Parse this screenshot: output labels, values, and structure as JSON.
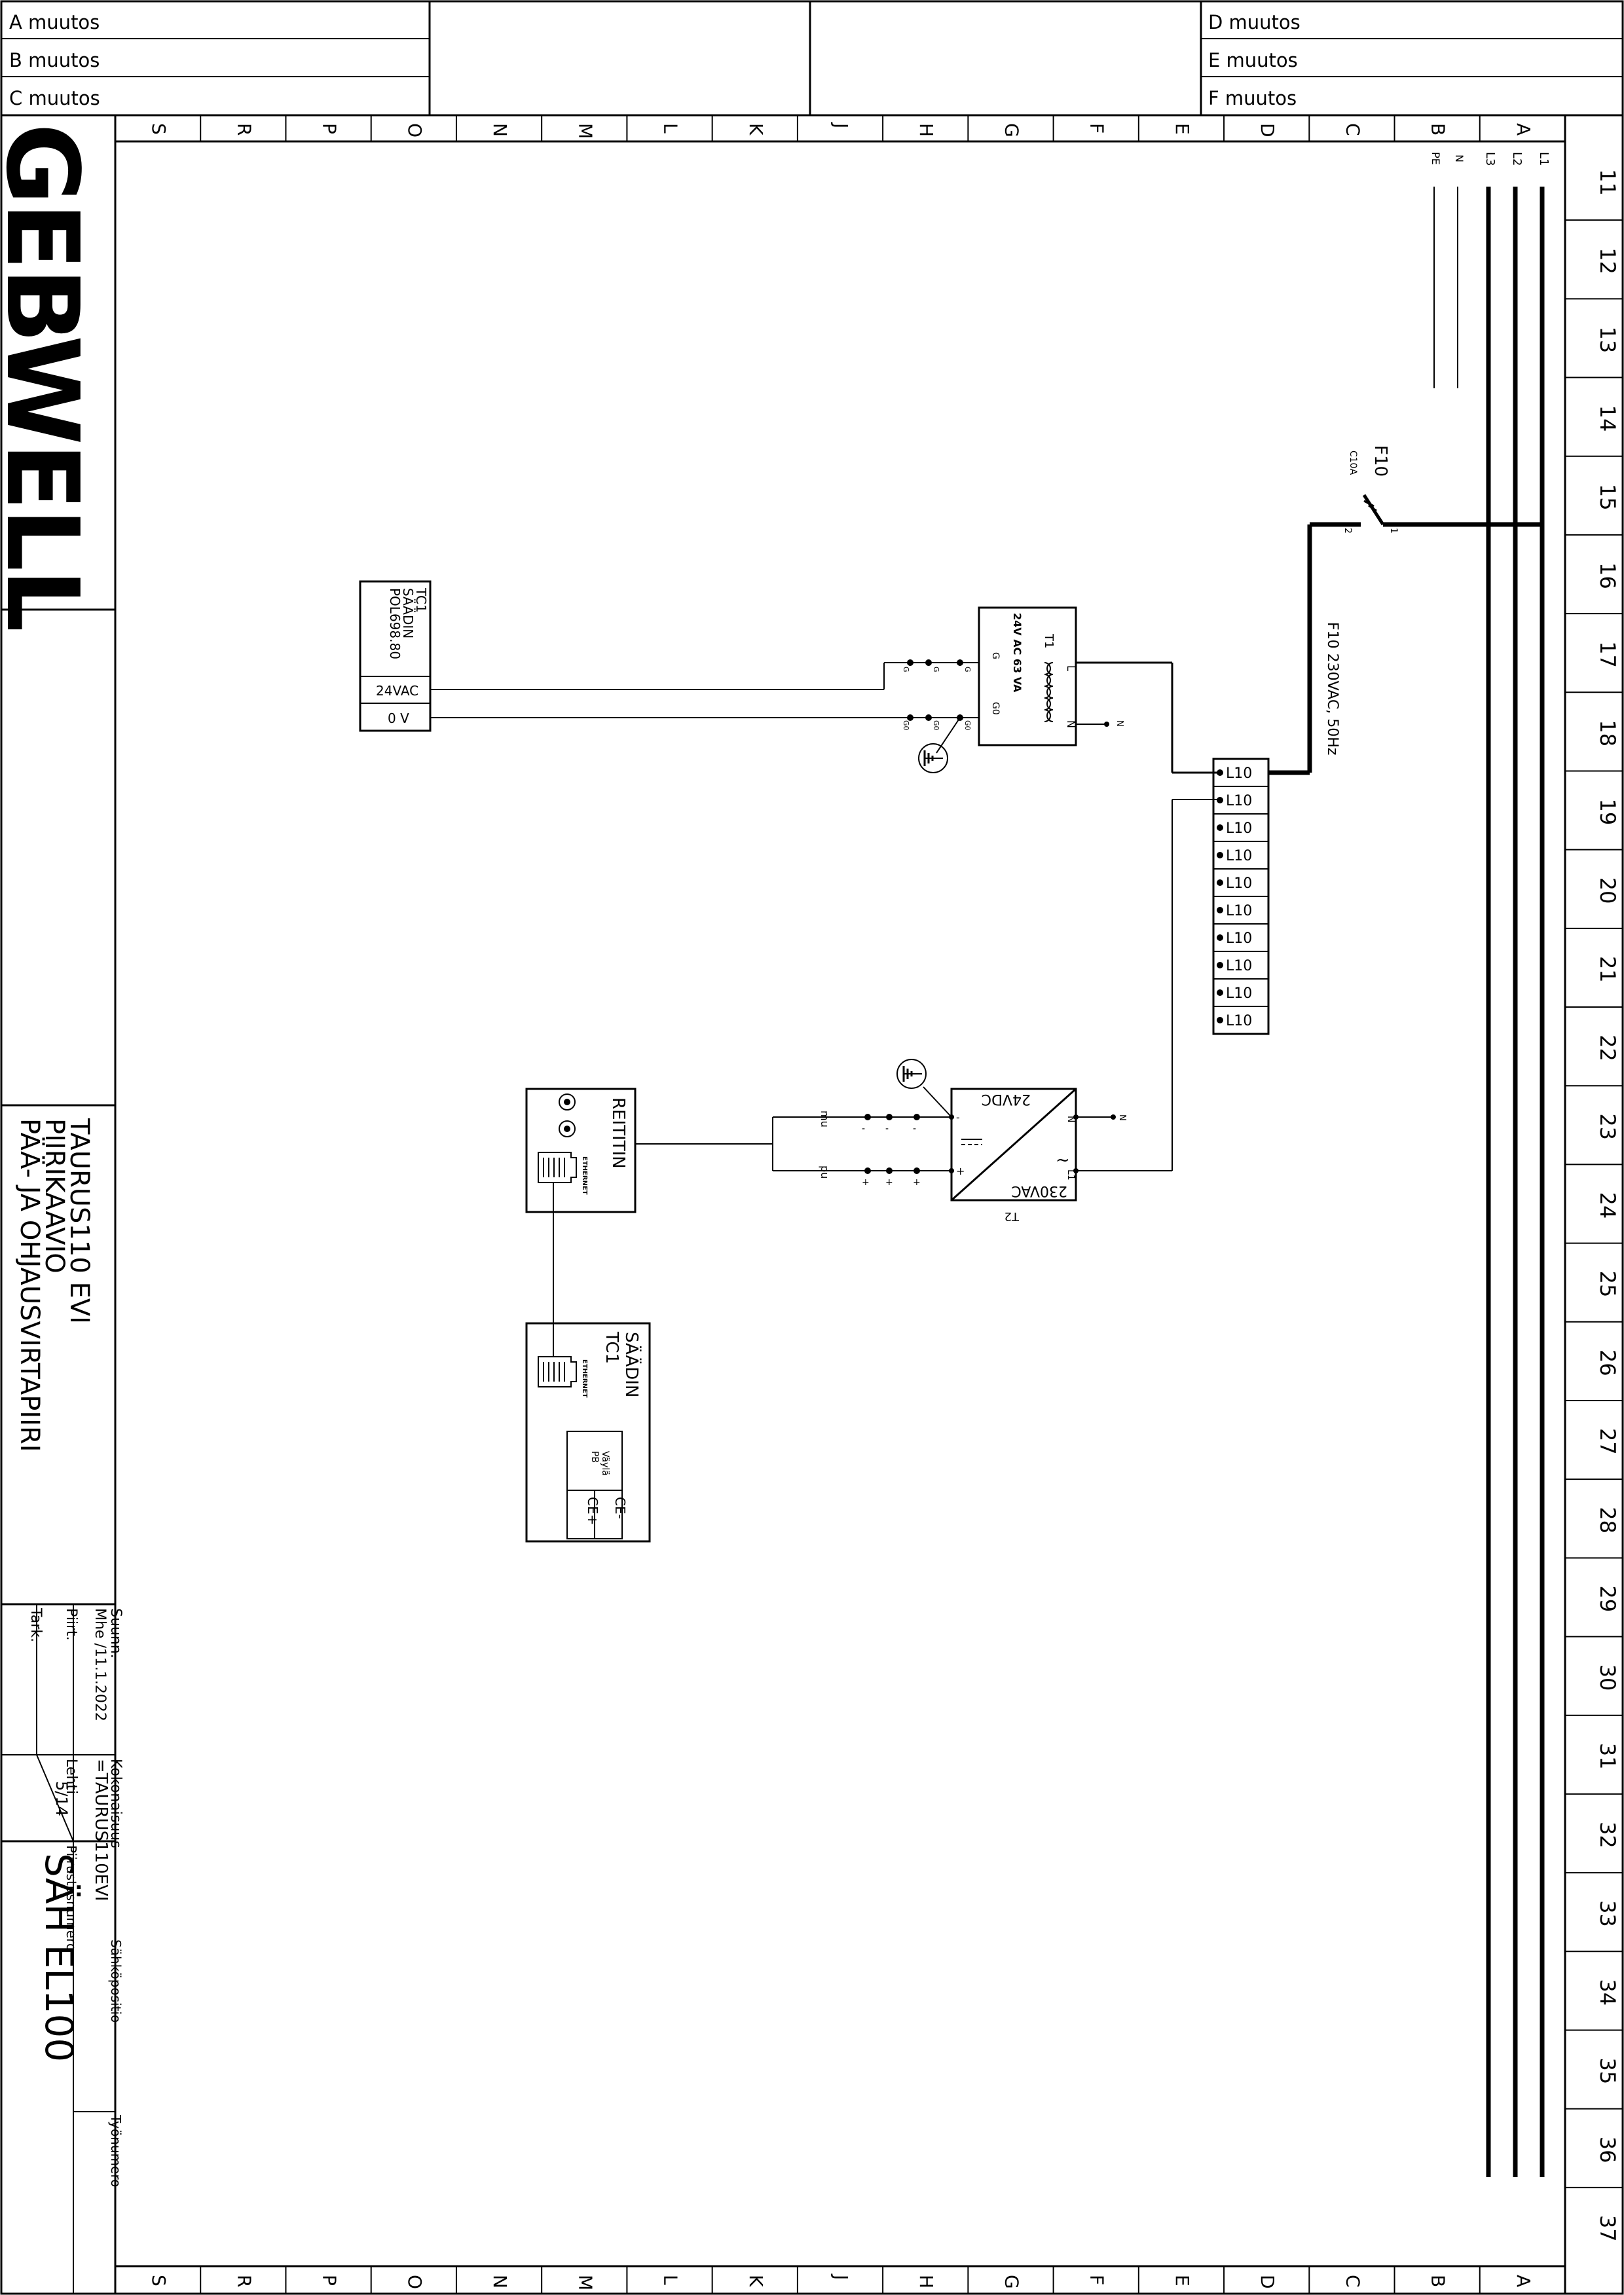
{
  "revisions_left": [
    "A  muutos",
    "B  muutos",
    "C  muutos"
  ],
  "revisions_right": [
    "D  muutos",
    "E  muutos",
    "F  muutos"
  ],
  "col_letters": [
    "S",
    "R",
    "P",
    "O",
    "N",
    "M",
    "L",
    "K",
    "J",
    "H",
    "G",
    "F",
    "E",
    "D",
    "C",
    "B",
    "A"
  ],
  "row_numbers": [
    "11",
    "12",
    "13",
    "14",
    "15",
    "16",
    "17",
    "18",
    "19",
    "20",
    "21",
    "22",
    "23",
    "24",
    "25",
    "26",
    "27",
    "28",
    "29",
    "30",
    "31",
    "32",
    "33",
    "34",
    "35",
    "36",
    "37"
  ],
  "logo": "GEBWELL",
  "title_block": {
    "title_lines": [
      "TAURUS110  EVI",
      "PIIRIKAAVIO",
      "PÄÄ-  JA  OHJAUSVIRTAPIIRI"
    ],
    "suunn_label": "Suunn.",
    "suunn_value": "Mhe   /11.1.2022",
    "piirt_label": "Piirt.",
    "tark_label": "Tark.",
    "lehti_label": "Lehti",
    "lehti_value": "5/14",
    "kokonaisuus_label": "Kokonaisuus",
    "kokonaisuus_value": "=TAURUS110EVI",
    "piirustusnumero_label": "Piirustusnumero",
    "drawing_number": "SÄH EL100",
    "sahkopositio_label": "Sähköpositio",
    "tyonumero_label": "Työnumero"
  },
  "bus_labels": [
    "L1",
    "L2",
    "L3",
    "N",
    "PE"
  ],
  "breaker": {
    "tag": "F10",
    "rating": "C10A",
    "pin1": "1",
    "pin2": "2",
    "feed_label": "F10  230VAC, 50Hz"
  },
  "terminal_block": {
    "labels": [
      "L10",
      "L10",
      "L10",
      "L10",
      "L10",
      "L10",
      "L10",
      "L10",
      "L10",
      "L10"
    ]
  },
  "transformer": {
    "tag": "T1",
    "rating": "24V AC 63 VA",
    "L": "L",
    "N": "N",
    "G": "G",
    "G0": "G0"
  },
  "terminal_small": {
    "g": "G",
    "g0": "G0",
    "n": "N",
    "plus": "+",
    "minus": "-"
  },
  "controller_tc1": {
    "lines": [
      "TC1",
      "SÄÄDIN",
      "POL698.80"
    ],
    "pin_24": "24VAC",
    "pin_0": "0 V"
  },
  "psu": {
    "tag": "T2",
    "out": "24VDC",
    "in": "230VAC",
    "n": "N",
    "l": "L1",
    "plus": "+",
    "minus": "-",
    "wire_neg": "mu",
    "wire_pos": "pu"
  },
  "router": {
    "label": "REITITIN",
    "ethernet": "ETHERNET"
  },
  "controller2": {
    "label": "SÄÄDIN",
    "tag": "TC1",
    "ethernet": "ETHERNET",
    "vayla": "Väylä",
    "pb": "PB",
    "ce_minus": "CE-",
    "ce_plus": "CE+"
  }
}
